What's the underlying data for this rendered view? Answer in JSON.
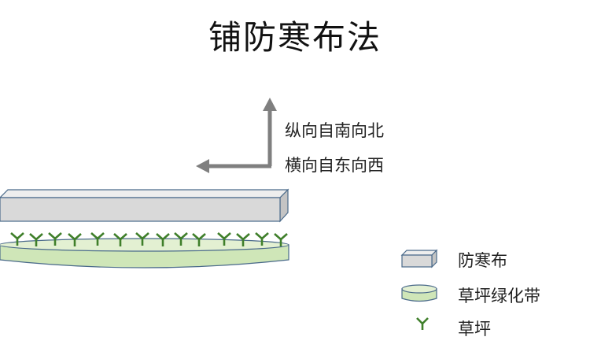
{
  "title": "铺防寒布法",
  "directions": {
    "north_south": "纵向自南向北",
    "east_west": "横向自东向西"
  },
  "legend": {
    "cloth": "防寒布",
    "green_belt": "草坪绿化带",
    "grass": "草坪"
  },
  "colors": {
    "cloth_fill": "#d9d9d9",
    "cloth_top": "#eeeeee",
    "cloth_stroke": "#4a6a8a",
    "green_fill": "#cfe6b8",
    "green_top": "#e3f0d2",
    "green_stroke": "#4a6a8a",
    "grass": "#3f7f2a",
    "arrow": "#7f7f7f"
  },
  "icons": {
    "grass": "grass-tuft-icon"
  }
}
